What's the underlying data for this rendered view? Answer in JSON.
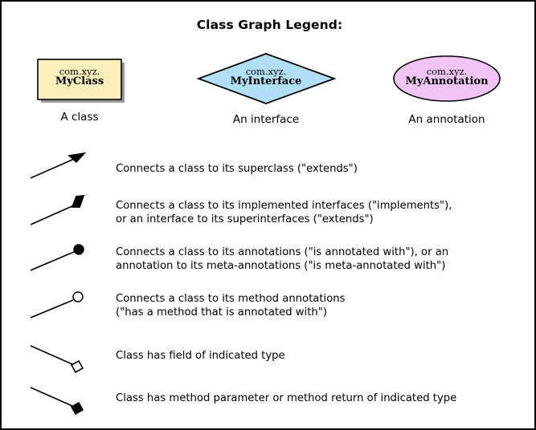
{
  "title": "Class Graph Legend:",
  "colors": {
    "class_fill": "#fbefbb",
    "interface_fill": "#b0e0f6",
    "annotation_fill": "#f0c4f5",
    "stroke": "#000000",
    "shadow": "#999999",
    "background": "#ffffff"
  },
  "nodes": [
    {
      "shape": "box",
      "package": "com.xyz.",
      "name": "MyClass",
      "caption": "A class"
    },
    {
      "shape": "diamond",
      "package": "com.xyz.",
      "name": "MyInterface",
      "caption": "An interface"
    },
    {
      "shape": "ellipse",
      "package": "com.xyz.",
      "name": "MyAnnotation",
      "caption": "An annotation"
    }
  ],
  "rows": [
    {
      "arrow": "open-triangle-arrowhead",
      "direction": "up-right",
      "description": "Connects a class to its superclass (\"extends\")"
    },
    {
      "arrow": "filled-diamond-arrowhead",
      "direction": "up-right",
      "description": "Connects a class to its implemented interfaces (\"implements\"),\nor an interface to its superinterfaces (\"extends\")"
    },
    {
      "arrow": "filled-circle-arrowhead",
      "direction": "up-right",
      "description": "Connects a class to its annotations (\"is annotated with\"), or an\nannotation to its meta-annotations (\"is meta-annotated with\")"
    },
    {
      "arrow": "hollow-circle-arrowhead",
      "direction": "up-right",
      "description": "Connects a class to its method annotations\n(\"has a method that is annotated with\")"
    },
    {
      "arrow": "hollow-square-arrowhead",
      "direction": "down-right",
      "description": "Class has field of indicated type"
    },
    {
      "arrow": "filled-square-arrowhead",
      "direction": "down-right",
      "description": "Class has method parameter or method return of indicated type"
    }
  ]
}
